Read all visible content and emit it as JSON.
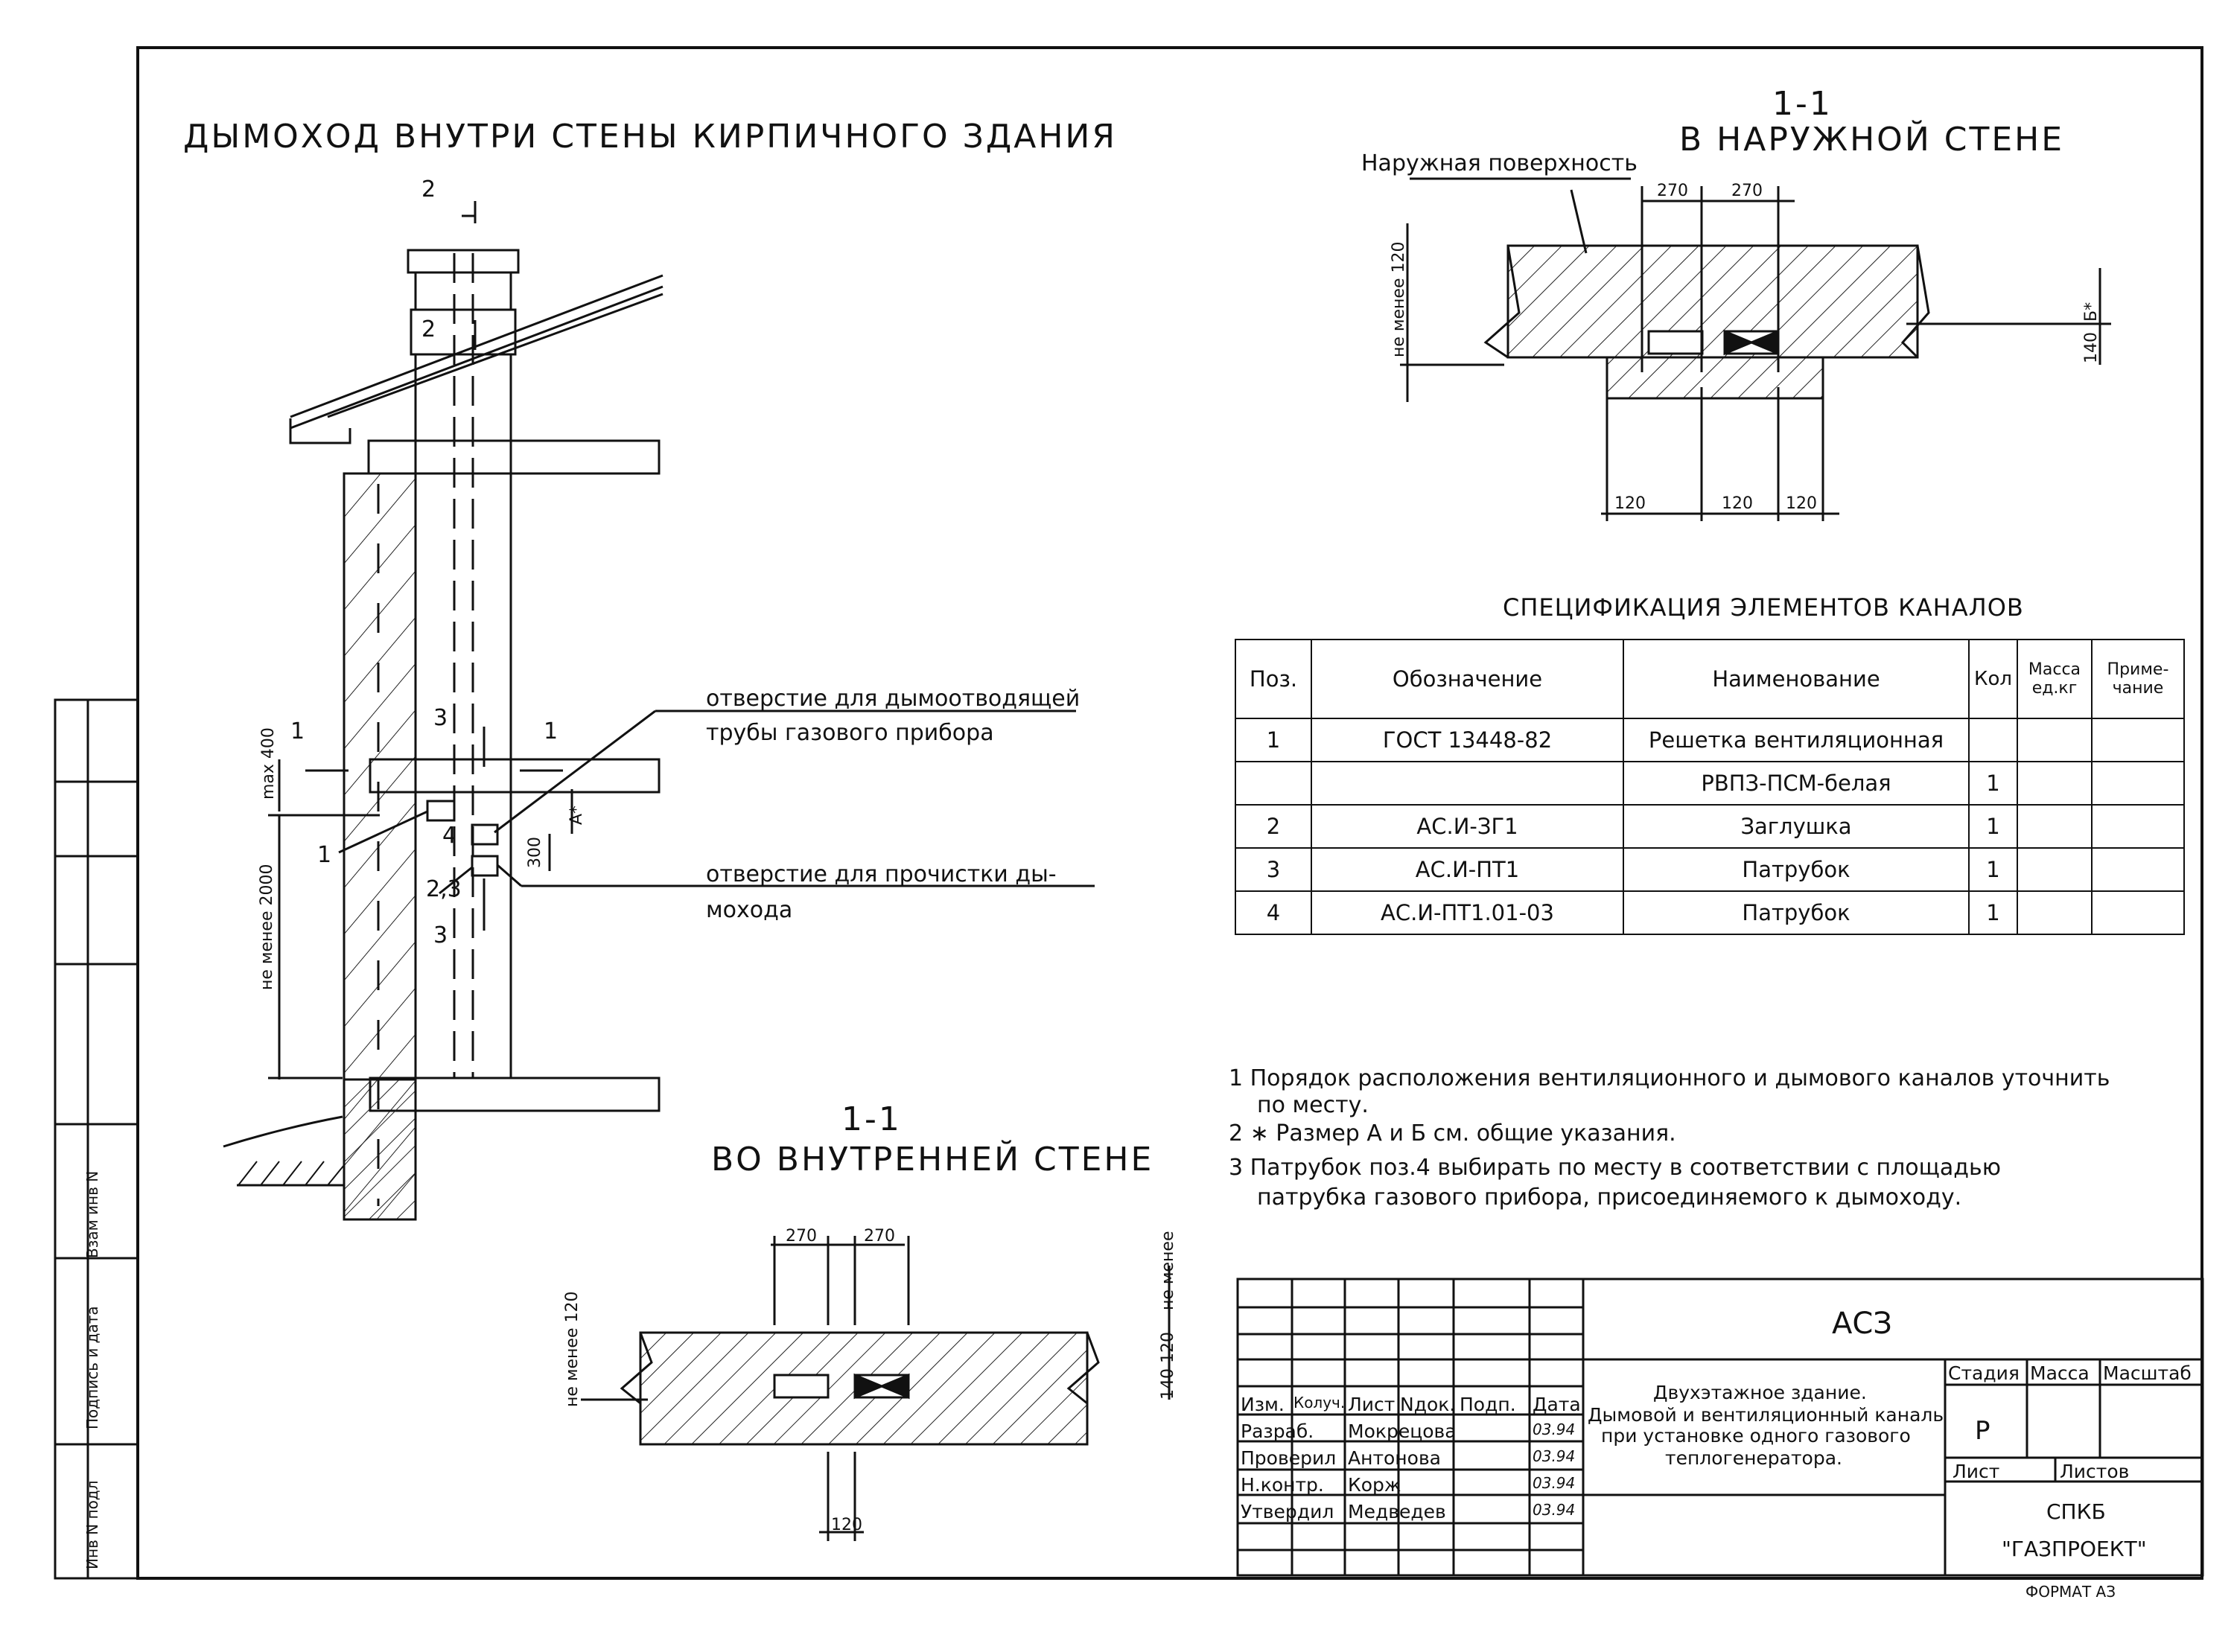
{
  "titles": {
    "main": "ДЫМОХОД ВНУТРИ СТЕНЫ КИРПИЧНОГО ЗДАНИЯ",
    "section_outer_num": "1-1",
    "section_outer": "В НАРУЖНОЙ СТЕНЕ",
    "section_inner_num": "1-1",
    "section_inner": "ВО ВНУТРЕННЕЙ СТЕНЕ",
    "spec": "СПЕЦИФИКАЦИЯ ЭЛЕМЕНТОВ КАНАЛОВ"
  },
  "labels": {
    "outer_surface": "Наружная поверхность",
    "hole_flue_1": "отверстие для дымоотводящей",
    "hole_flue_2": "трубы газового прибора",
    "hole_clean_1": "отверстие для прочистки ды-",
    "hole_clean_2": "мохода",
    "cut_2_top": "2",
    "cut_2_mid": "2",
    "cut_3_top": "3",
    "cut_3_bot": "3",
    "cut_1_left": "1",
    "cut_1_right": "1",
    "pos_1": "1",
    "pos_4": "4",
    "pos_23": "2,3"
  },
  "dims": {
    "max400": "max 400",
    "min2000": "не менее 2000",
    "a_star": "А*",
    "d300": "300",
    "outer_270a": "270",
    "outer_270b": "270",
    "outer_min120": "не менее 120",
    "outer_b_star": "Б*",
    "outer_140": "140",
    "outer_120a": "120",
    "outer_120b": "120",
    "outer_120c": "120",
    "inner_270a": "270",
    "inner_270b": "270",
    "inner_min120_left": "не менее 120",
    "inner_min_right": "не менее",
    "inner_140_120": "140 120",
    "inner_120": "120"
  },
  "spec": {
    "headers": [
      "Поз.",
      "Обозначение",
      "Наименование",
      "Кол",
      "Масса ед.кг",
      "Приме-чание"
    ],
    "rows": [
      [
        "1",
        "ГОСТ 13448-82",
        "Решетка вентиляционная",
        "",
        "",
        ""
      ],
      [
        "",
        "",
        "РВПЗ-ПСМ-белая",
        "1",
        "",
        ""
      ],
      [
        "2",
        "АС.И-ЗГ1",
        "Заглушка",
        "1",
        "",
        ""
      ],
      [
        "3",
        "АС.И-ПТ1",
        "Патрубок",
        "1",
        "",
        ""
      ],
      [
        "4",
        "АС.И-ПТ1.01-03",
        "Патрубок",
        "1",
        "",
        ""
      ]
    ]
  },
  "notes": {
    "n1a": "1 Порядок расположения вентиляционного и дымового каналов уточнить",
    "n1b": "по месту.",
    "n2": "2 ∗ Размер А и Б см. общие указания.",
    "n3a": "3 Патрубок поз.4 выбирать по месту в соответствии с площадью",
    "n3b": "патрубка газового прибора, присоединяемого к дымоходу."
  },
  "stamp": {
    "code": "АСЗ",
    "description_1": "Двухэтажное здание.",
    "description_2": "Дымовой и вентиляционный каналы",
    "description_3": "при установке одного газового",
    "description_4": "теплогенератора.",
    "col_izm": "Изм.",
    "col_koluch": "Колуч.",
    "col_list": "Лист",
    "col_ndok": "Nдок.",
    "col_podp": "Подп.",
    "col_data": "Дата",
    "stadia_h": "Стадия",
    "massa_h": "Масса",
    "masshtab_h": "Масштаб",
    "stadia_v": "Р",
    "list_h": "Лист",
    "listov_h": "Листов",
    "org_1": "СПКБ",
    "org_2": "\"ГАЗПРОЕКТ\"",
    "roles": [
      {
        "role": "Разраб.",
        "name": "Мокрецова",
        "date": "03.94"
      },
      {
        "role": "Проверил",
        "name": "Антонова",
        "date": "03.94"
      },
      {
        "role": "Н.контр.",
        "name": "Корж",
        "date": "03.94"
      },
      {
        "role": "Утвердил",
        "name": "Медведев",
        "date": "03.94"
      }
    ]
  },
  "side_stamp": {
    "vzam": "Взам инв N",
    "podp": "Подпись и дата",
    "inv": "Инв N подл"
  },
  "format": "ФОРМАТ АЗ"
}
